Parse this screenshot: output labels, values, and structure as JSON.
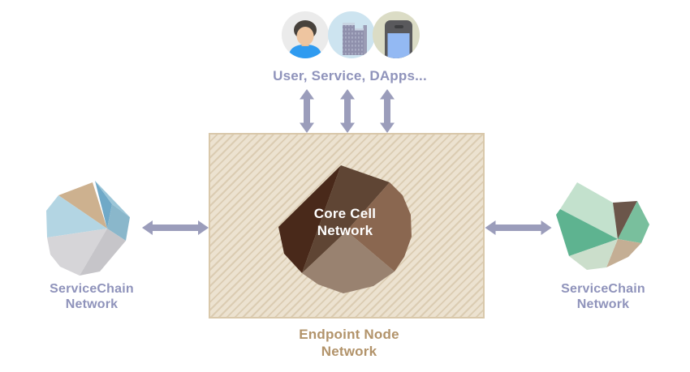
{
  "top": {
    "label": "User, Service, DApps...",
    "icons": [
      {
        "name": "user-avatar-icon"
      },
      {
        "name": "buildings-icon"
      },
      {
        "name": "smartphone-icon"
      }
    ]
  },
  "endpoint_box": {
    "core_label_line1": "Core Cell",
    "core_label_line2": "Network",
    "label_line1": "Endpoint Node",
    "label_line2": "Network"
  },
  "left_network": {
    "label_line1": "ServiceChain",
    "label_line2": "Network"
  },
  "right_network": {
    "label_line1": "ServiceChain",
    "label_line2": "Network"
  },
  "colors": {
    "arrow": "#9b9dbb",
    "label_purple": "#8f93bb",
    "label_tan": "#b2936a",
    "core_text": "#ffffff",
    "box_bg": "#ece2d0",
    "box_stripe": "#dbccb2",
    "box_border": "#d9c8aa",
    "core_facet_dark": "#49291a",
    "core_facet_top": "#5f4534",
    "core_facet_right": "#8a6750",
    "core_facet_bottom": "#998270",
    "left_facet_pale": "#b3d5e3",
    "left_facet_tan": "#cdb18f",
    "left_facet_spike": "#70a9c7",
    "left_facet_light": "#9cc6d8",
    "left_facet_side": "#8ab7cb",
    "left_facet_gray_light": "#d6d5d8",
    "left_facet_gray": "#c6c5c9",
    "right_facet_pale": "#c3e1cd",
    "right_facet_green": "#5eb390",
    "right_facet_brown": "#6b564a",
    "right_facet_green_light": "#79bf9d",
    "right_facet_tan": "#c4ae94",
    "right_facet_pale_bottom": "#cbdecb",
    "avatar_bg": "#ebebeb",
    "avatar_hair": "#47423c",
    "avatar_skin": "#eec5a0",
    "avatar_neck": "#e5ba93",
    "avatar_shirt": "#2f9bf0",
    "buildings_bg": "#cde4f0",
    "building_body": "#8f90ac",
    "building_window": "#aaadc4",
    "building_top": "#c8d4e2",
    "building_back": "#9b9cb4",
    "phone_bg": "#dbdcc5",
    "phone_body": "#59595c",
    "phone_screen": "#93b9f3",
    "phone_speaker": "#3d3e40"
  }
}
